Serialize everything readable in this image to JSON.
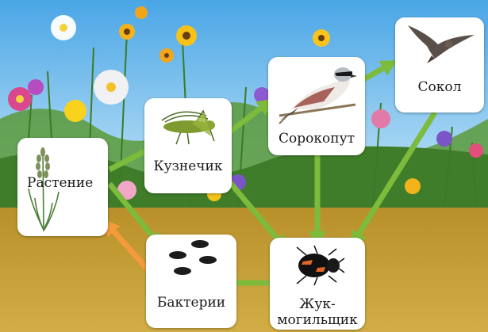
{
  "nodes": {
    "plant": "Растение",
    "grasshopper": "Кузнечик",
    "shrike": "Сорокопут",
    "falcon": "Сокол",
    "bacteria": "Бактерии",
    "beetle_line1": "Жук-",
    "beetle_line2": "могильщик"
  },
  "colors": {
    "feeding_arrow": "#7dbb3c",
    "decomposition_arrow": "#f39a3a",
    "soil": "#c39a2e",
    "sky": "#8fcaf0"
  },
  "icons": {
    "plant": "grass-plant-icon",
    "grasshopper": "grasshopper-icon",
    "shrike": "shrike-bird-icon",
    "falcon": "falcon-bird-icon",
    "bacteria": "bacteria-icon",
    "beetle": "burying-beetle-icon"
  }
}
